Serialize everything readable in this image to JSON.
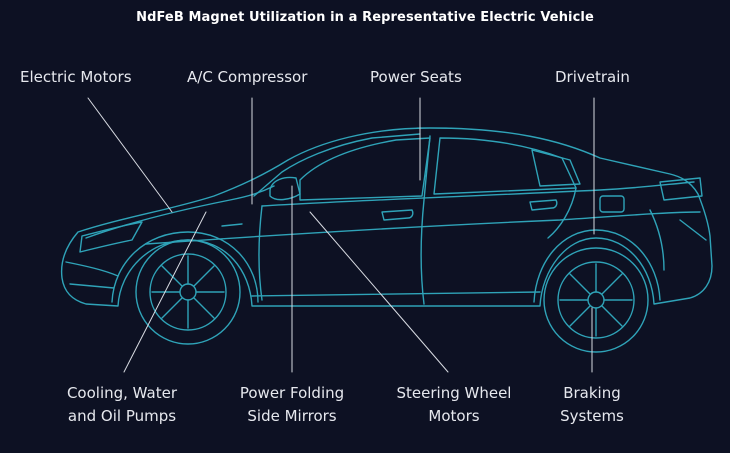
{
  "title": "NdFeB Magnet Utilization in a Representative Electric Vehicle",
  "labels": {
    "electric_motors": "Electric Motors",
    "ac_compressor": "A/C Compressor",
    "power_seats": "Power Seats",
    "drivetrain": "Drivetrain",
    "cooling_line1": "Cooling, Water",
    "cooling_line2": "and Oil Pumps",
    "mirrors_line1": "Power Folding",
    "mirrors_line2": "Side Mirrors",
    "steering_line1": "Steering Wheel",
    "steering_line2": "Motors",
    "braking_line1": "Braking",
    "braking_line2": "Systems"
  },
  "colors": {
    "background": "#0d1123",
    "car_outline": "#2fa3b8",
    "leader_line": "#d8dbe2",
    "text": "#e6e8ee"
  }
}
